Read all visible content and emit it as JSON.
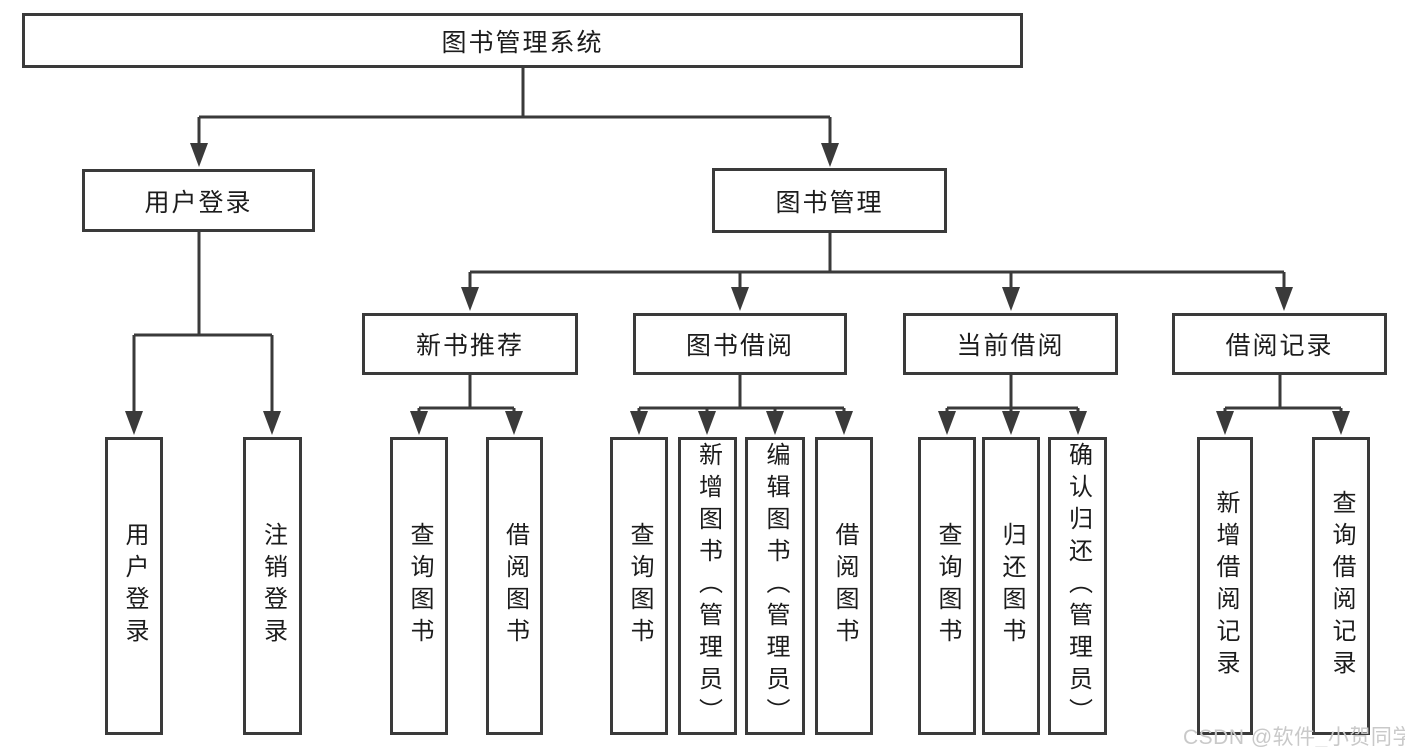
{
  "diagram": {
    "root": {
      "label": "图书管理系统"
    },
    "level2": [
      {
        "label": "用户登录"
      },
      {
        "label": "图书管理"
      }
    ],
    "level3": [
      {
        "label": "新书推荐",
        "parent": "图书管理"
      },
      {
        "label": "图书借阅",
        "parent": "图书管理"
      },
      {
        "label": "当前借阅",
        "parent": "图书管理"
      },
      {
        "label": "借阅记录",
        "parent": "图书管理"
      }
    ],
    "leaves": [
      {
        "label": "用户登录",
        "parent": "用户登录"
      },
      {
        "label": "注销登录",
        "parent": "用户登录"
      },
      {
        "label": "查询图书",
        "parent": "新书推荐"
      },
      {
        "label": "借阅图书",
        "parent": "新书推荐"
      },
      {
        "label": "查询图书",
        "parent": "图书借阅"
      },
      {
        "label": "新增图书（管理员）",
        "parent": "图书借阅"
      },
      {
        "label": "编辑图书（管理员）",
        "parent": "图书借阅"
      },
      {
        "label": "借阅图书",
        "parent": "图书借阅"
      },
      {
        "label": "查询图书",
        "parent": "当前借阅"
      },
      {
        "label": "归还图书",
        "parent": "当前借阅"
      },
      {
        "label": "确认归还（管理员）",
        "parent": "当前借阅"
      },
      {
        "label": "新增借阅记录",
        "parent": "借阅记录"
      },
      {
        "label": "查询借阅记录",
        "parent": "借阅记录"
      }
    ]
  },
  "watermark": "CSDN @软件_小贺同学",
  "colors": {
    "line": "#3a3a3a",
    "text": "#1c1c1c",
    "watermark": "#c9c9c9",
    "background": "#ffffff"
  }
}
